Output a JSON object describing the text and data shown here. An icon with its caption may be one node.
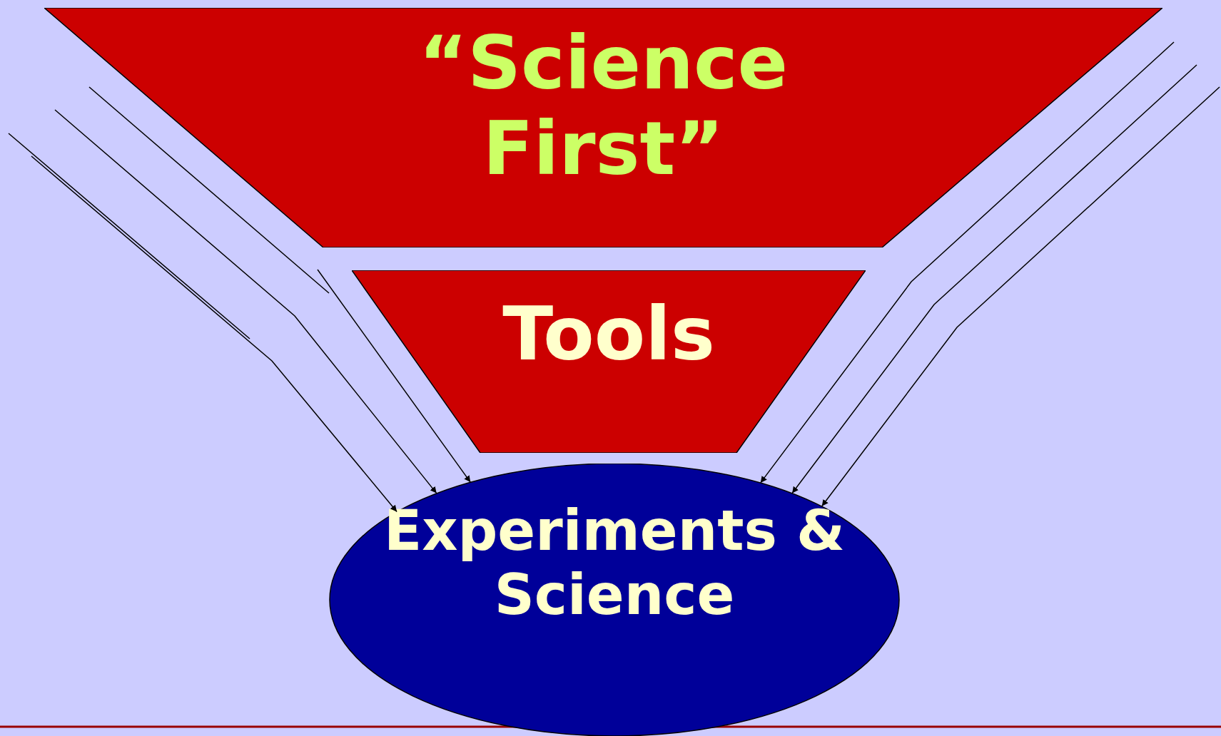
{
  "diagram": {
    "nodes": [
      {
        "text": [
          "“Science First”"
        ]
      },
      {
        "text": [
          "Tools"
        ]
      },
      {
        "text": [
          "Experiments & Science"
        ]
      }
    ],
    "edges": [
      {
        "from": null,
        "to": 2,
        "arrow": "to"
      },
      {
        "from": null,
        "to": 2,
        "arrow": "to"
      },
      {
        "from": null,
        "to": 2,
        "arrow": "to"
      },
      {
        "from": null,
        "to": 2,
        "arrow": "to"
      },
      {
        "from": null,
        "to": 2,
        "arrow": "to"
      },
      {
        "from": null,
        "to": 2,
        "arrow": "to"
      }
    ]
  }
}
